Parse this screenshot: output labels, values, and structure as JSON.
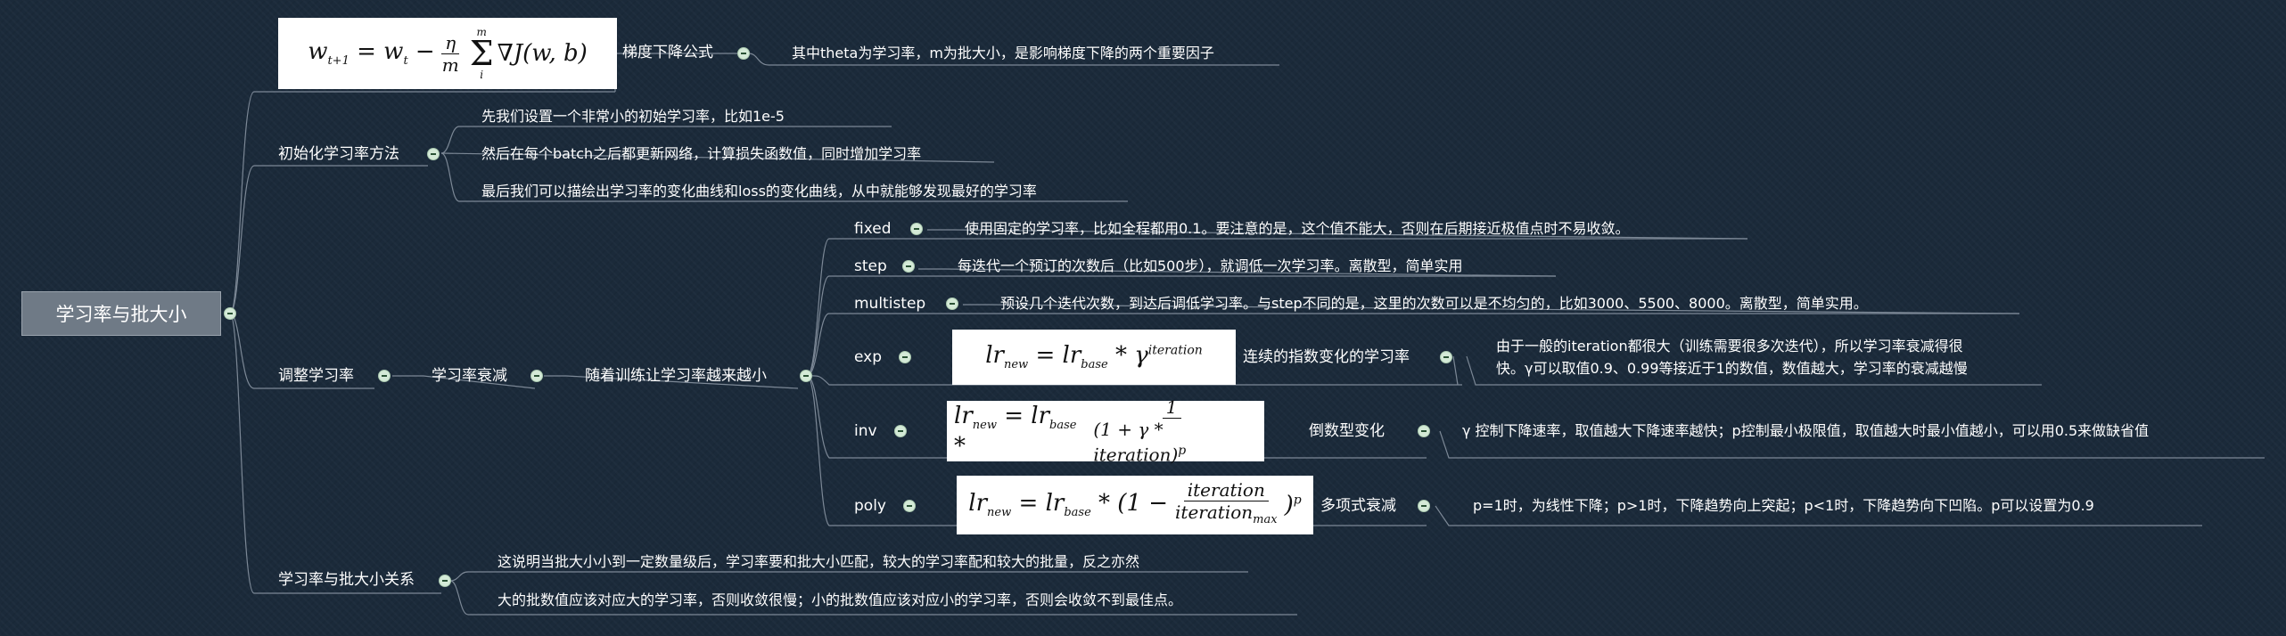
{
  "root": "学习率与批大小",
  "branches": {
    "gradient": {
      "label": "梯度下降公式",
      "note": "其中theta为学习率，m为批大小，是影响梯度下降的两个重要因子",
      "formula": "w_{t+1} = w_t − (η/m) Σ_i^m ∇J(w,b)"
    },
    "init": {
      "label": "初始化学习率方法",
      "steps": [
        "先我们设置一个非常小的初始学习率，比如1e-5",
        "然后在每个batch之后都更新网络，计算损失函数值，同时增加学习率",
        "最后我们可以描绘出学习率的变化曲线和loss的变化曲线，从中就能够发现最好的学习率"
      ]
    },
    "adjust": {
      "label": "调整学习率",
      "decay": "学习率衰减",
      "decay_desc": "随着训练让学习率越来越小",
      "policies": [
        {
          "name": "fixed",
          "desc": "使用固定的学习率，比如全程都用0.1。要注意的是，这个值不能大，否则在后期接近极值点时不易收敛。"
        },
        {
          "name": "step",
          "desc": "每迭代一个预订的次数后（比如500步），就调低一次学习率。离散型，简单实用"
        },
        {
          "name": "multistep",
          "desc": "预设几个迭代次数，到达后调低学习率。与step不同的是，这里的次数可以是不均匀的，比如3000、5500、8000。离散型，简单实用。"
        },
        {
          "name": "exp",
          "kind": "连续的指数变化的学习率",
          "desc_line1": "由于一般的iteration都很大（训练需要很多次迭代），所以学习率衰减得很",
          "desc_line2": "快。γ可以取值0.9、0.99等接近于1的数值，数值越大，学习率的衰减越慢",
          "formula": "lr_new = lr_base * γ^iteration"
        },
        {
          "name": "inv",
          "kind": "倒数型变化",
          "desc": "γ 控制下降速率，取值越大下降速率越快；p控制最小极限值，取值越大时最小值越小，可以用0.5来做缺省值",
          "formula": "lr_new = lr_base * 1/(1+γ*iteration)^p"
        },
        {
          "name": "poly",
          "kind": "多项式衰减",
          "desc": "p=1时，为线性下降；p>1时，下降趋势向上突起；p<1时，下降趋势向下凹陷。p可以设置为0.9",
          "formula": "lr_new = lr_base * (1 − iteration/iteration_max)^p"
        }
      ]
    },
    "relation": {
      "label": "学习率与批大小关系",
      "notes": [
        "这说明当批大小小到一定数量级后，学习率要和批大小匹配，较大的学习率配和较大的批量，反之亦然",
        "大的批数值应该对应大的学习率，否则收敛很慢；小的批数值应该对应小的学习率，否则会收敛不到最佳点。"
      ]
    }
  },
  "formula_sym": {
    "w": "w",
    "t1": "t+1",
    "t": "t",
    "eta": "η",
    "m": "m",
    "i": "i",
    "grad": "∇J(w, b)",
    "lr": "lr",
    "new": "new",
    "base": "base",
    "gamma": "γ",
    "iteration": "iteration",
    "one": "1",
    "inv_den": "(1 + γ * iteration)",
    "p": "p",
    "max": "max",
    "sum": "Σ"
  },
  "colors": {
    "background": "#1b2a3a",
    "root_fill": "#6f7a86",
    "line": "#7c8896",
    "knob": "#d4ead7"
  }
}
